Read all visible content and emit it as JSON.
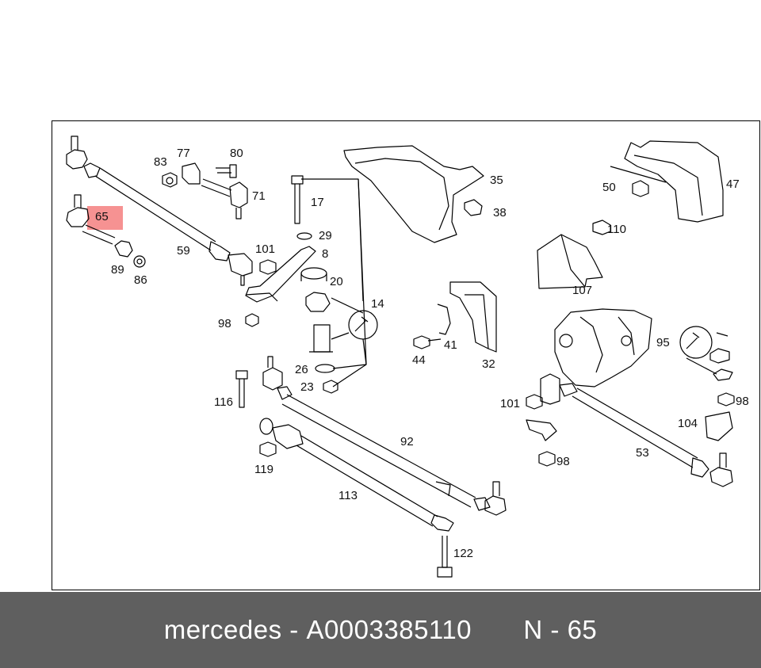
{
  "colors": {
    "highlight": "#f58c8c",
    "footer_bg": "#5f5f5f",
    "footer_text": "#ffffff"
  },
  "diagram": {
    "part_labels": {
      "p83": "83",
      "p77": "77",
      "p80": "80",
      "p71": "71",
      "p65": "65",
      "p59": "59",
      "p89": "89",
      "p86": "86",
      "p101a": "101",
      "p98a": "98",
      "p17": "17",
      "p29": "29",
      "p8": "8",
      "p20": "20",
      "p14": "14",
      "p26": "26",
      "p23": "23",
      "p35": "35",
      "p38": "38",
      "p47": "47",
      "p50": "50",
      "p110": "110",
      "p107": "107",
      "p41": "41",
      "p44": "44",
      "p32": "32",
      "p95": "95",
      "p98b": "98",
      "p101b": "101",
      "p104": "104",
      "p98c": "98",
      "p53": "53",
      "p116": "116",
      "p92": "92",
      "p119": "119",
      "p113": "113",
      "p122": "122"
    },
    "highlighted_part": "65"
  },
  "footer": {
    "brand": "mercedes",
    "separator": "-",
    "part_number": "A0003385110",
    "ref_prefix": "N",
    "ref_separator": "-",
    "ref_number": "65"
  }
}
